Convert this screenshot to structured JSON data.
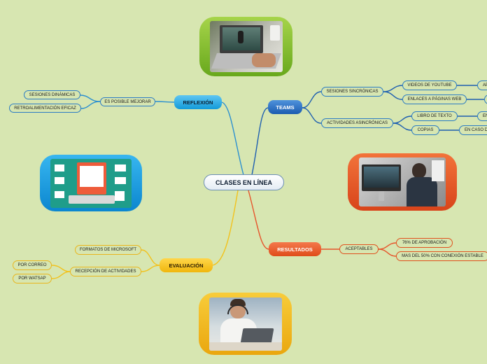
{
  "center": "CLASES EN LÍNEA",
  "branches": {
    "reflexion": "REFLEXIÓN",
    "teams": "TEAMS",
    "evaluacion": "EVALUACIÓN",
    "resultados": "RESULTADOS"
  },
  "reflexion": {
    "es_posible": "ES POSIBLE MEJORAR",
    "sesiones": "SESIONES DINÁMICAS",
    "retro": "RETROALIMENTACIÓN EFICAZ"
  },
  "teams": {
    "sincronicas": "SESIONES SINCRÓNICAS",
    "youtube": "VIDEOS DE YOUTUBE",
    "ap": "AP",
    "enlaces": "ENLACES A PÁGINAS WEB",
    "asincronicas": "ACTIVIDADES ASINCRÓNICAS",
    "libro": "LIBRO DE TEXTO",
    "en": "EN",
    "copias": "COPIAS",
    "en_caso": "EN CASO D"
  },
  "evaluacion": {
    "formatos": "FORMATOS DE MICROSOFT",
    "recepcion": "RECEPCIÓN DE ACTIVIDADES",
    "correo": "POR CORREO",
    "watsap": "POR WATSAP"
  },
  "resultados": {
    "aceptables": "ACEPTABLES",
    "aprobacion": "76% DE APROBACIÓN",
    "conexion": "MAS DEL 50% CON CONEXIÓN ESTABLE"
  },
  "colors": {
    "background": "#d7e6b1",
    "blue": "#2a7bc3",
    "yellow": "#e9b51c",
    "red": "#e0511e",
    "green_frame": "#7bb52a",
    "cyan_frame": "#1fa3e0",
    "orange_frame": "#ec5a24",
    "gold_frame": "#f2b81a"
  },
  "images": {
    "top": "laptop-classroom-photo",
    "left": "e-learning-illustration",
    "right": "video-call-photo",
    "bottom": "student-headphones-photo"
  }
}
